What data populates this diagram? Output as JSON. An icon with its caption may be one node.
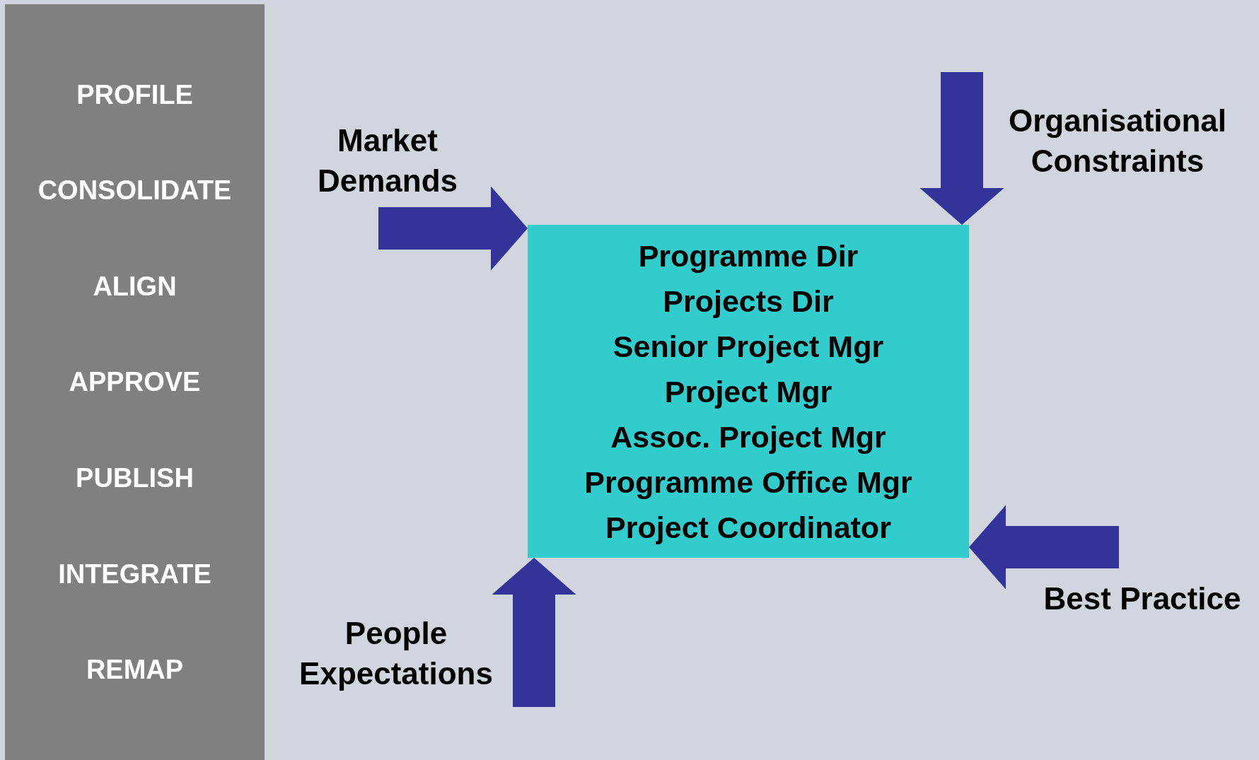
{
  "diagram": {
    "nodes": [
      {
        "text": [
          "PROFILE",
          "CONSOLIDATE",
          "ALIGN",
          "APPROVE",
          "PUBLISH",
          "INTEGRATE",
          "REMAP"
        ]
      },
      {
        "text": [
          "Programme Dir",
          "Projects Dir",
          "Senior Project Mgr",
          "Project Mgr",
          "Assoc. Project Mgr",
          "Programme Office Mgr",
          "Project Coordinator"
        ]
      }
    ],
    "edges": [
      {
        "from": null,
        "to": 1,
        "arrow": "to",
        "label": "Market Demands"
      },
      {
        "from": null,
        "to": 1,
        "arrow": "to",
        "label": "Organisational Constraints"
      },
      {
        "from": null,
        "to": 1,
        "arrow": "to",
        "label": "Best Practice"
      },
      {
        "from": null,
        "to": 1,
        "arrow": "to",
        "label": "People Expectations"
      }
    ]
  }
}
